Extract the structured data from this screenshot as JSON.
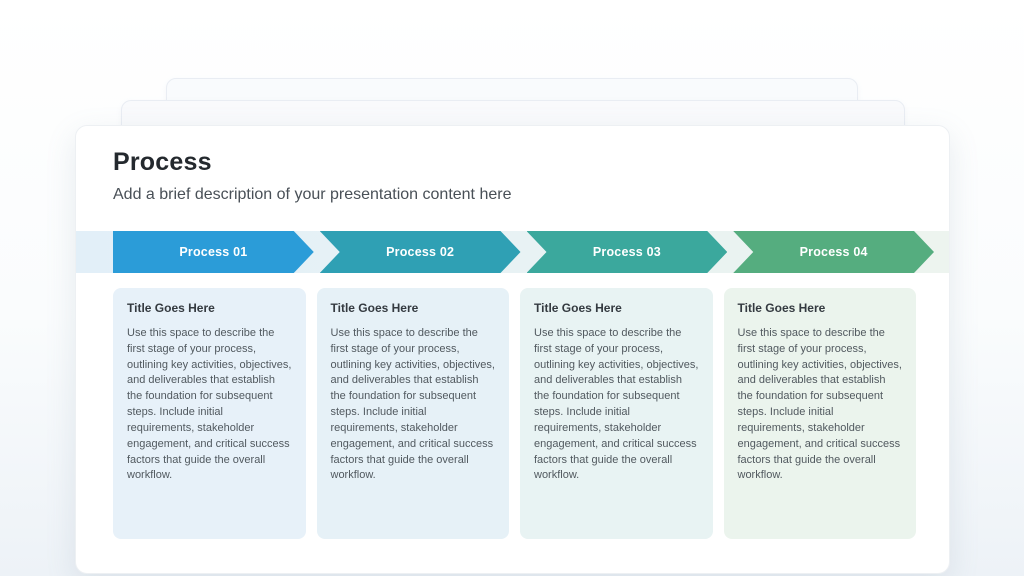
{
  "slide": {
    "title": "Process",
    "subtitle": "Add a brief description of your presentation content here"
  },
  "band": {
    "strip_gradient_start": "#ddecf7",
    "strip_gradient_end": "#eaf2ec"
  },
  "process_steps": [
    {
      "label": "Process 01",
      "arrow_color": "#2B9CD8",
      "card_bg": "#E7F1F9",
      "card_title": "Title Goes Here",
      "card_body": "Use this space to describe the first stage of your process, outlining key activities, objectives, and deliverables that establish the foundation for subsequent steps. Include initial requirements, stakeholder engagement, and critical success factors that guide the overall workflow."
    },
    {
      "label": "Process 02",
      "arrow_color": "#2FA0B4",
      "card_bg": "#E6F1F7",
      "card_title": "Title Goes Here",
      "card_body": "Use this space to describe the first stage of your process, outlining key activities, objectives, and deliverables that establish the foundation for subsequent steps. Include initial requirements, stakeholder engagement, and critical success factors that guide the overall workflow."
    },
    {
      "label": "Process 03",
      "arrow_color": "#3BA89D",
      "card_bg": "#E8F3F3",
      "card_title": "Title Goes Here",
      "card_body": "Use this space to describe the first stage of your process, outlining key activities, objectives, and deliverables that establish the foundation for subsequent steps. Include initial requirements, stakeholder engagement, and critical success factors that guide the overall workflow."
    },
    {
      "label": "Process 04",
      "arrow_color": "#55AD7F",
      "card_bg": "#EBF4ED",
      "card_title": "Title Goes Here",
      "card_body": "Use this space to describe the first stage of your process, outlining key activities, objectives, and deliverables that establish the foundation for subsequent steps. Include initial requirements, stakeholder engagement, and critical success factors that guide the overall workflow."
    }
  ]
}
